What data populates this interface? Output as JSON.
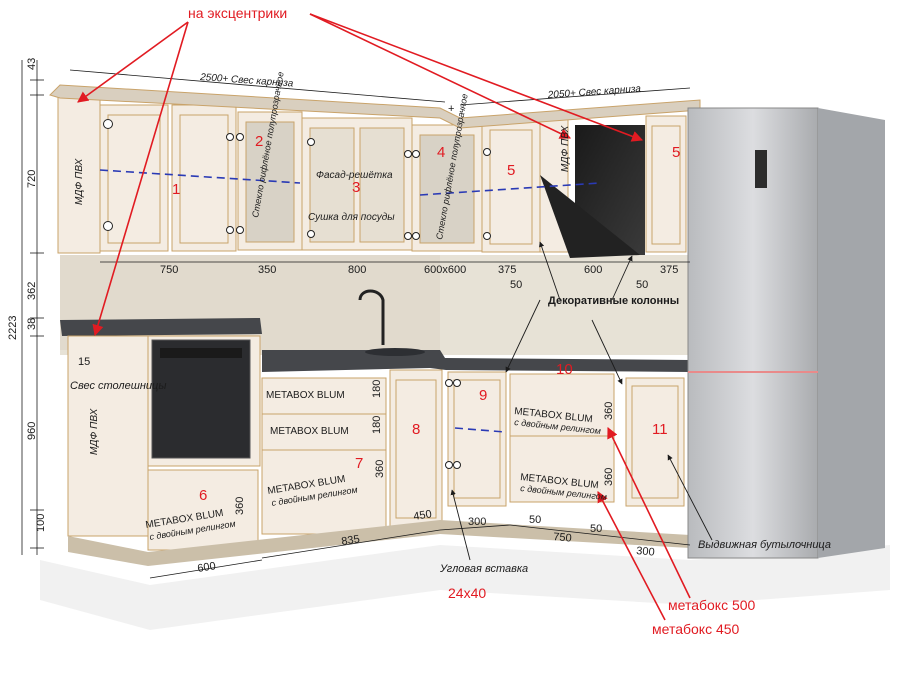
{
  "annotations": {
    "eccentrics": "на эксцентрики",
    "cornice_left": "2500+ Свес карниза",
    "cornice_right": "2050+ Свес карниза",
    "mdf_pvc_top": "МДФ ПВХ",
    "mdf_pvc_top_right": "МДФ ПВХ",
    "mdf_pvc_bottom": "МДФ ПВХ",
    "glass_2": "Стекло рифлёное полупрозрачное",
    "glass_4": "Стекло рифлёное полупрозрачное",
    "facade_grid": "Фасад-решётка",
    "dish_dryer": "Сушка для посуды",
    "decor_columns": "Декоративные колонны",
    "countertop_overhang": "Свес столешницы",
    "corner_insert": "Угловая вставка",
    "corner_size": "24х40",
    "bottle_holder": "Выдвижная бутылочница",
    "metabox_500": "метабокс 500",
    "metabox_450": "метабокс 450"
  },
  "cabinet_numbers": [
    "1",
    "2",
    "3",
    "4",
    "5",
    "5",
    "6",
    "7",
    "8",
    "9",
    "10",
    "11"
  ],
  "drawer_labels": {
    "metabox_blum": "METABOX BLUM",
    "double_railing": "с двойным релингом"
  },
  "dimensions": {
    "vertical_left": [
      "43",
      "720",
      "362",
      "2223",
      "38",
      "15",
      "960",
      "100"
    ],
    "drawer_heights": [
      "180",
      "180",
      "360",
      "360",
      "360",
      "360"
    ],
    "upper_widths": [
      "750",
      "350",
      "800",
      "600х600",
      "375",
      "600",
      "375"
    ],
    "column_widths": [
      "50",
      "50"
    ],
    "lower_widths": [
      "600",
      "835",
      "450",
      "300",
      "50",
      "750",
      "50",
      "300"
    ],
    "upper_divider": "+"
  },
  "colors": {
    "accent_red": "#e11b22",
    "cabinet_fill": "#f4ece2",
    "gold_trim": "#c9a36a",
    "countertop": "#45474b",
    "fridge": "#c9cbce"
  }
}
